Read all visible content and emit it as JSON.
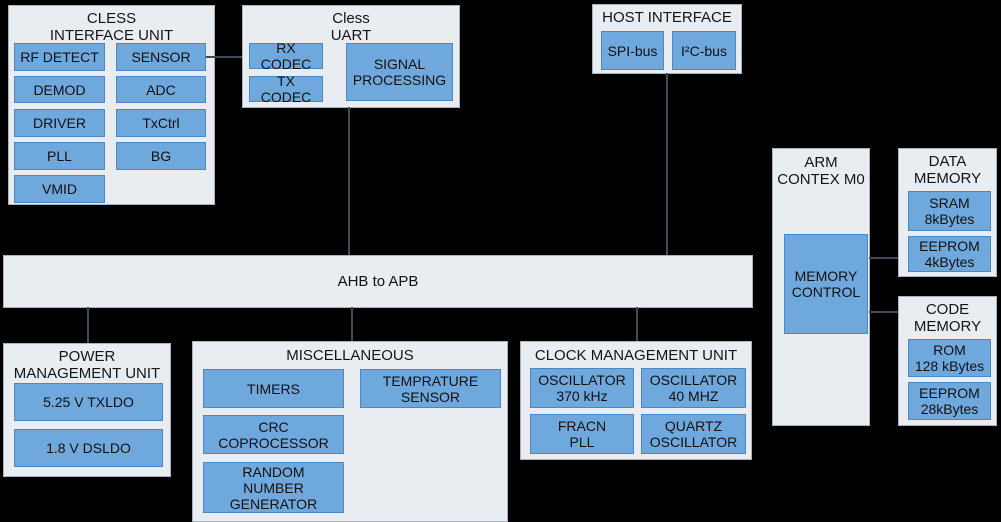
{
  "colors": {
    "background": "#000000",
    "container_fill": "#E9EDF2",
    "container_border": "#A9B1B9",
    "cell_fill": "#6FA8DC",
    "cell_border": "#4D86C0",
    "connector": "#3F4A58",
    "text": "#111111"
  },
  "cless": {
    "title": "CLESS\nINTERFACE UNIT",
    "cells": [
      "RF DETECT",
      "SENSOR",
      "DEMOD",
      "ADC",
      "DRIVER",
      "TxCtrl",
      "PLL",
      "BG",
      "VMID"
    ]
  },
  "uart": {
    "title": "Cless\nUART",
    "cells": [
      "RX CODEC",
      "TX CODEC",
      "SIGNAL\nPROCESSING"
    ]
  },
  "host": {
    "title": "HOST INTERFACE",
    "cells": [
      "SPI-bus",
      "I²C-bus"
    ]
  },
  "bus": {
    "label": "AHB to APB"
  },
  "arm": {
    "title": "ARM\nCONTEX M0",
    "cells": [
      "MEMORY\nCONTROL"
    ]
  },
  "data_memory": {
    "title": "DATA\nMEMORY",
    "cells": [
      "SRAM\n8kBytes",
      "EEPROM\n4kBytes"
    ]
  },
  "code_memory": {
    "title": "CODE\nMEMORY",
    "cells": [
      "ROM\n128 kBytes",
      "EEPROM\n28kBytes"
    ]
  },
  "power": {
    "title": "POWER\nMANAGEMENT UNIT",
    "cells": [
      "5.25 V TXLDO",
      "1.8 V DSLDO"
    ]
  },
  "misc": {
    "title": "MISCELLANEOUS",
    "cells": [
      "TIMERS",
      "TEMPRATURE\nSENSOR",
      "CRC\nCOPROCESSOR",
      "RANDOM\nNUMBER\nGENERATOR"
    ]
  },
  "clock": {
    "title": "CLOCK MANAGEMENT UNIT",
    "cells": [
      "OSCILLATOR\n370 kHz",
      "OSCILLATOR\n40 MHZ",
      "FRACN\nPLL",
      "QUARTZ\nOSCILLATOR"
    ]
  }
}
